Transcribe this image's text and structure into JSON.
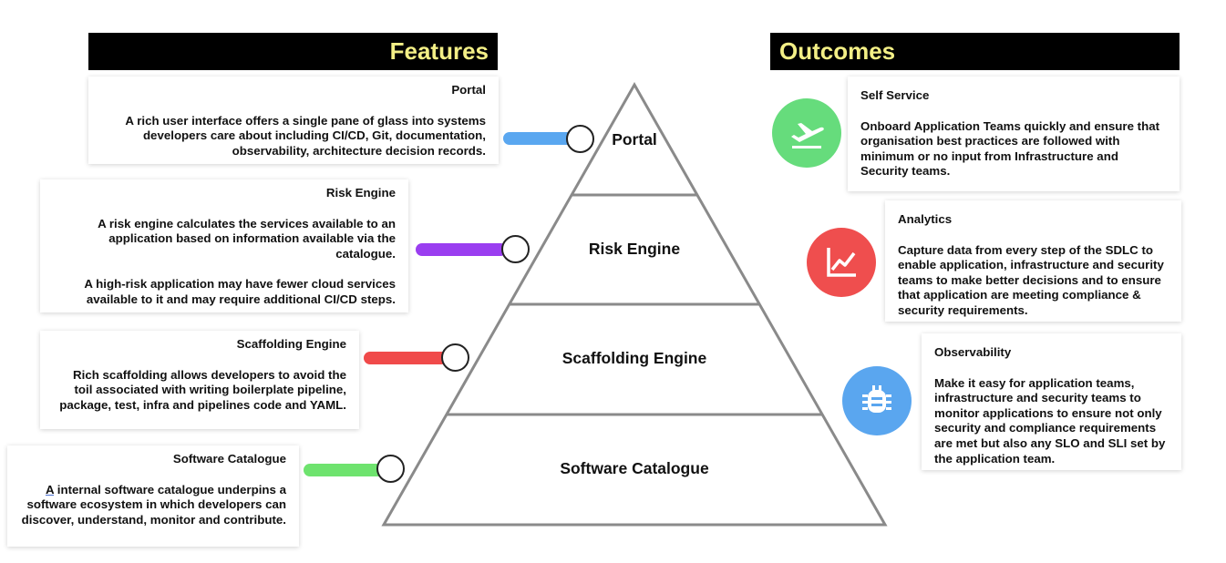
{
  "features": {
    "header": "Features",
    "items": [
      {
        "title": "Portal",
        "paragraphs": [
          "A rich user interface offers a single pane of glass into systems developers care about including CI/CD, Git, documentation, observability, architecture decision records."
        ],
        "color": "#5aa7f0"
      },
      {
        "title": "Risk Engine",
        "paragraphs": [
          "A risk engine calculates the services available to an application based on information available via the catalogue.",
          "A high-risk application may have fewer cloud services available to it and may require additional CI/CD steps."
        ],
        "color": "#9a3ef0"
      },
      {
        "title": "Scaffolding Engine",
        "paragraphs": [
          "Rich scaffolding allows developers to avoid the toil associated with writing boilerplate pipeline, package, test, infra and pipelines code and YAML."
        ],
        "color": "#f04a4a"
      },
      {
        "title": "Software Catalogue",
        "first_word": "A",
        "paragraphs": [
          " internal software catalogue underpins a software ecosystem in which developers can discover, understand, monitor and contribute."
        ],
        "color": "#6ee36e"
      }
    ]
  },
  "pyramid": {
    "tiers": [
      "Portal",
      "Risk Engine",
      "Scaffolding Engine",
      "Software Catalogue"
    ]
  },
  "outcomes": {
    "header": "Outcomes",
    "items": [
      {
        "title": "Self Service",
        "text": "Onboard Application Teams quickly and ensure that organisation best practices are followed with minimum or no input from Infrastructure and Security teams.",
        "icon": "airplane-takeoff-icon",
        "color": "#66dc7c"
      },
      {
        "title": "Analytics",
        "text": "Capture data from every step of the SDLC to enable application, infrastructure and security teams to make better decisions and to ensure that application are meeting compliance & security requirements.",
        "icon": "line-chart-icon",
        "color": "#ef4e4e"
      },
      {
        "title": "Observability",
        "text": "Make it easy for application teams, infrastructure and security teams to monitor applications to ensure not only security and compliance requirements are met but also any SLO and SLI set by the application team.",
        "icon": "bug-icon",
        "color": "#5aa6ef"
      }
    ]
  }
}
